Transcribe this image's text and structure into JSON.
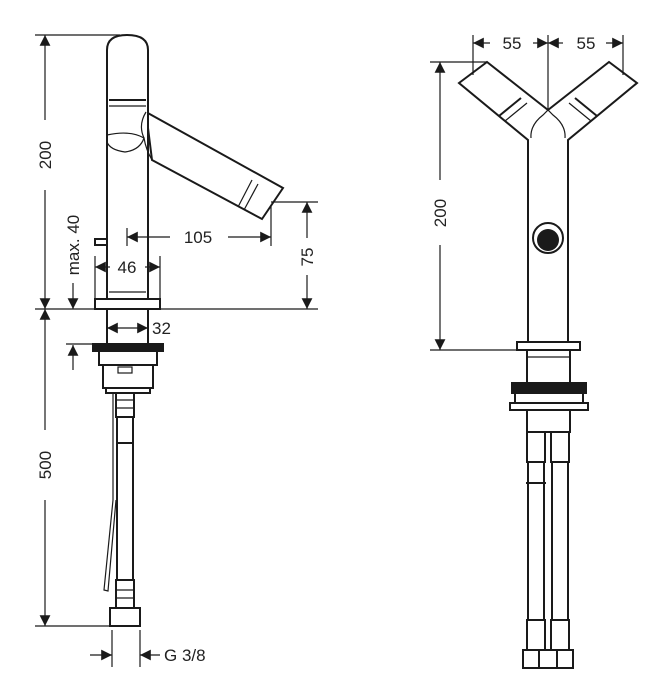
{
  "side_view": {
    "dimensions": {
      "total_height": "200",
      "max_thickness": "max. 40",
      "spout_reach": "105",
      "body_width": "46",
      "spout_height": "75",
      "thread_diameter": "32",
      "hose_length": "500",
      "connection": "G 3/8"
    }
  },
  "front_view": {
    "dimensions": {
      "left_arm": "55",
      "right_arm": "55",
      "total_height": "200"
    }
  },
  "colors": {
    "line": "#1a1a1a",
    "background": "#ffffff"
  }
}
